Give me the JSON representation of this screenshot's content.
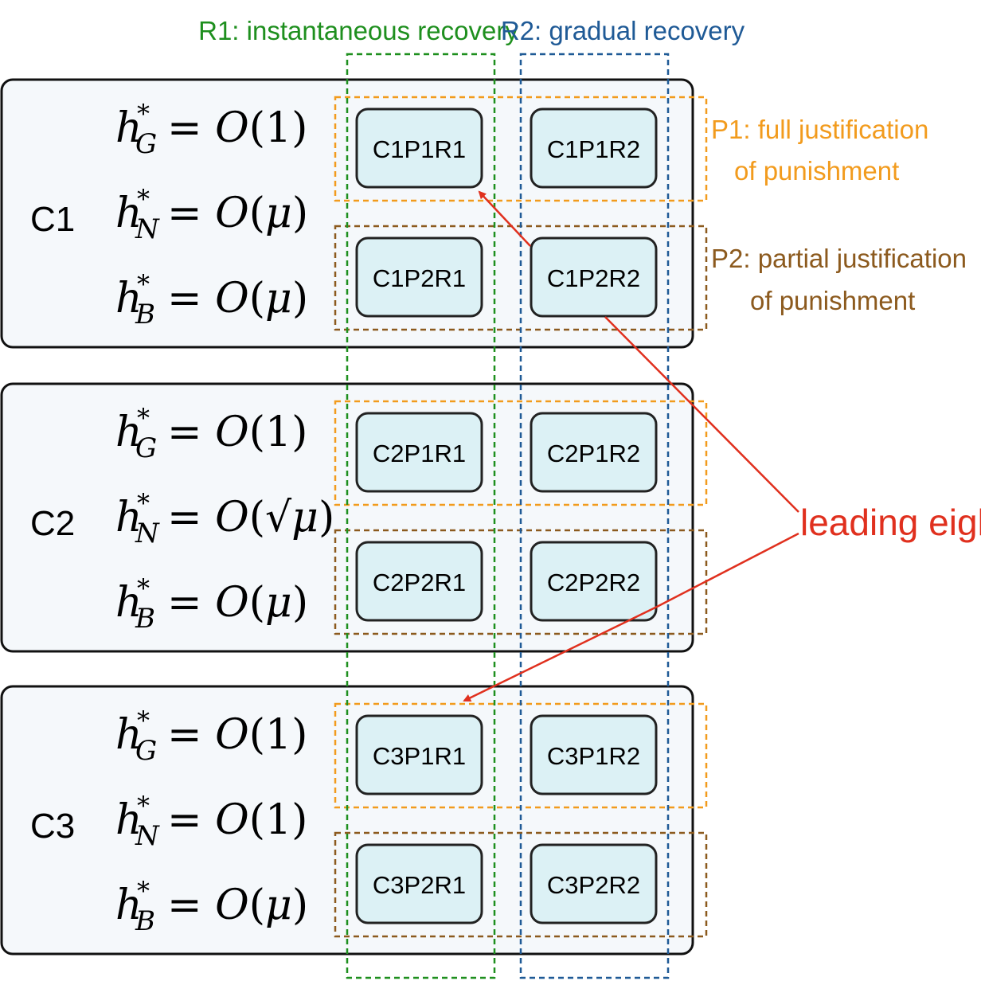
{
  "columns": [
    {
      "label": "R1: instantaneous recovery",
      "color": "#1e8f1e"
    },
    {
      "label": "R2: gradual recovery",
      "color": "#1f5a96"
    }
  ],
  "rows": [
    {
      "lines": [
        "P1: full justification",
        "of punishment"
      ],
      "color": "#f29b1d"
    },
    {
      "lines": [
        "P2: partial justification",
        "of punishment"
      ],
      "color": "#8c5a1e"
    }
  ],
  "conditions": [
    {
      "id": "C1",
      "equations": [
        {
          "sub": "G",
          "order": "1"
        },
        {
          "sub": "N",
          "order": "μ"
        },
        {
          "sub": "B",
          "order": "μ"
        }
      ],
      "cells": [
        "C1P1R1",
        "C1P1R2",
        "C1P2R1",
        "C1P2R2"
      ]
    },
    {
      "id": "C2",
      "equations": [
        {
          "sub": "G",
          "order": "1"
        },
        {
          "sub": "N",
          "order": "√μ"
        },
        {
          "sub": "B",
          "order": "μ"
        }
      ],
      "cells": [
        "C2P1R1",
        "C2P1R2",
        "C2P2R1",
        "C2P2R2"
      ]
    },
    {
      "id": "C3",
      "equations": [
        {
          "sub": "G",
          "order": "1"
        },
        {
          "sub": "N",
          "order": "1"
        },
        {
          "sub": "B",
          "order": "μ"
        }
      ],
      "cells": [
        "C3P1R1",
        "C3P1R2",
        "C3P2R1",
        "C3P2R2"
      ]
    }
  ],
  "annotation": {
    "label": "leading eight",
    "color": "#e0301e"
  },
  "colors": {
    "panel_fill": "#f5f8fb",
    "panel_stroke": "#111111",
    "cell_fill": "#dcf1f5",
    "cell_stroke": "#222222"
  }
}
